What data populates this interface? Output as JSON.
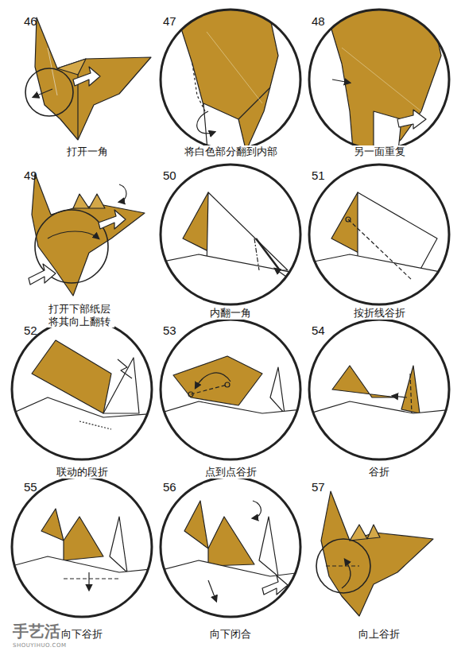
{
  "diagram": {
    "labels": [
      "46",
      "打开一角",
      "47",
      "将白色部分翻到内部",
      "48",
      "另一面重复",
      "49",
      "打开下部纸层 将其向上翻转",
      "50",
      "内翻一角",
      "51",
      "按折线谷折",
      "52",
      "联动的段折",
      "53",
      "点到点谷折",
      "54",
      "谷折",
      "55",
      "向下谷折",
      "56",
      "向下闭合",
      "57",
      "向上谷折",
      "手艺活",
      "SHOUYIHUO.COM"
    ]
  }
}
